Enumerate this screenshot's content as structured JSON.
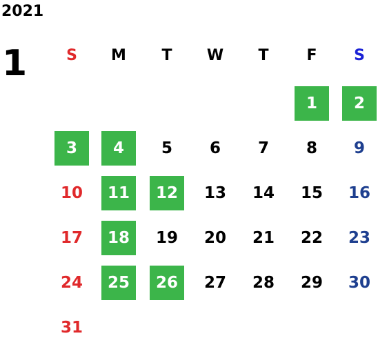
{
  "calendar": {
    "year": "2021",
    "month": "1",
    "weekdays": [
      "S",
      "M",
      "T",
      "W",
      "T",
      "F",
      "S"
    ],
    "first_weekday_index": 5,
    "days_in_month": 31,
    "highlighted_days": [
      1,
      2,
      3,
      4,
      11,
      12,
      18,
      25,
      26
    ]
  },
  "colors": {
    "sunday": "#e0292b",
    "saturday_header": "#1a22d6",
    "saturday": "#1e3f8f",
    "weekday": "#000000",
    "highlight_bg": "#3cb54a",
    "highlight_text": "#ffffff"
  }
}
